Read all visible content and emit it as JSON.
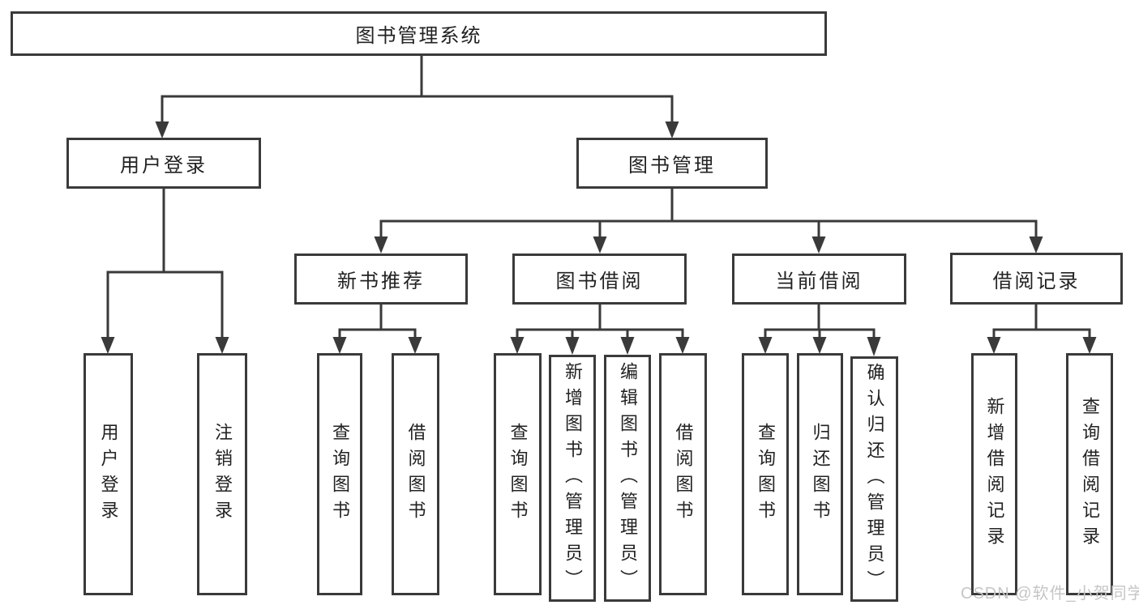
{
  "tree": {
    "label": "图书管理系统",
    "children": [
      {
        "label": "用户登录",
        "children": [
          {
            "label": "用户登录"
          },
          {
            "label": "注销登录"
          }
        ]
      },
      {
        "label": "图书管理",
        "children": [
          {
            "label": "新书推荐",
            "children": [
              {
                "label": "查询图书"
              },
              {
                "label": "借阅图书"
              }
            ]
          },
          {
            "label": "图书借阅",
            "children": [
              {
                "label": "查询图书"
              },
              {
                "label": "新增图书（管理员）"
              },
              {
                "label": "编辑图书（管理员）"
              },
              {
                "label": "借阅图书"
              }
            ]
          },
          {
            "label": "当前借阅",
            "children": [
              {
                "label": "查询图书"
              },
              {
                "label": "归还图书"
              },
              {
                "label": "确认归还（管理员）"
              }
            ]
          },
          {
            "label": "借阅记录",
            "children": [
              {
                "label": "新增借阅记录"
              },
              {
                "label": "查询借阅记录"
              }
            ]
          }
        ]
      }
    ]
  },
  "watermark": {
    "text": "CSDN @软件_小贺同学"
  },
  "colors": {
    "line": "#3a3a3a",
    "box_border": "#3a3a3a",
    "box_fill": "#ffffff",
    "text": "#222222",
    "watermark": "#c6c6c6",
    "background": "#ffffff"
  }
}
